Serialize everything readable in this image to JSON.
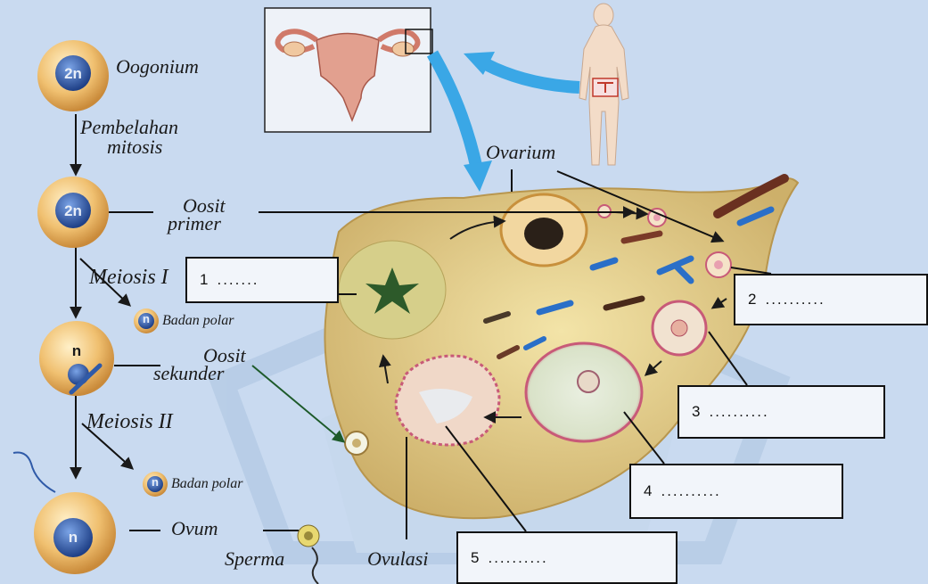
{
  "stages": {
    "oogonium": "Oogonium",
    "mitosis_line1": "Pembelahan",
    "mitosis_line2": "mitosis",
    "oosit_primer_line1": "Oosit",
    "oosit_primer_line2": "primer",
    "meiosis1": "Meiosis I",
    "badan_polar_1": "Badan polar",
    "oosit_sekunder_line1": "Oosit",
    "oosit_sekunder_line2": "sekunder",
    "meiosis2": "Meiosis II",
    "badan_polar_2": "Badan polar",
    "ovum": "Ovum",
    "sperma": "Sperma"
  },
  "cells": {
    "c1": "2n",
    "c2": "2n",
    "c3": "n",
    "c4": "n",
    "polar1": "n",
    "polar2": "n"
  },
  "ovary_labels": {
    "ovarium": "Ovarium",
    "ovulasi": "Ovulasi"
  },
  "blanks": [
    {
      "num": "1",
      "dots": "......."
    },
    {
      "num": "2",
      "dots": ".........."
    },
    {
      "num": "3",
      "dots": ".........."
    },
    {
      "num": "4",
      "dots": ".........."
    },
    {
      "num": "5",
      "dots": ".........."
    }
  ],
  "colors": {
    "background": "#c9daf0",
    "ovary": "#e7d38e",
    "cell": "#f1c36e",
    "nucleus": "#2f5aa8",
    "arrow_blue": "#3aa7e6",
    "follicle": "#d8607a"
  }
}
